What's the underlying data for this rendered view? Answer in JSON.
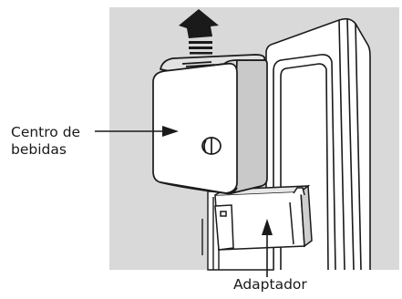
{
  "labels": {
    "beverage_center_line1": "Centro de",
    "beverage_center_line2": "bebidas",
    "adapter": "Adaptador"
  },
  "colors": {
    "panel_background": "#d9d9d9",
    "outline": "#1a1a1a",
    "body_fill": "#ffffff",
    "shade": "#bdbdbd"
  },
  "icons": {
    "up_arrow": "arrow-up-icon"
  }
}
